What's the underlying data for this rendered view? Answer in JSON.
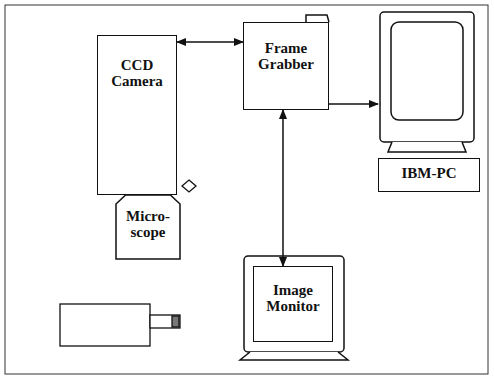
{
  "diagram": {
    "nodes": [
      {
        "text": [
          "CCD Camera"
        ]
      },
      {
        "text": [
          "Frame Grabber"
        ]
      },
      {
        "text": [
          "IBM-PC"
        ]
      },
      {
        "text": [
          "Micro- scope"
        ]
      },
      {
        "text": [
          "Image Monitor"
        ]
      }
    ],
    "edges": [
      {
        "from": 0,
        "to": 1,
        "arrow": "both"
      },
      {
        "from": 1,
        "to": 4,
        "arrow": "both"
      },
      {
        "from": 1,
        "to": 2,
        "arrow": "to"
      }
    ]
  }
}
